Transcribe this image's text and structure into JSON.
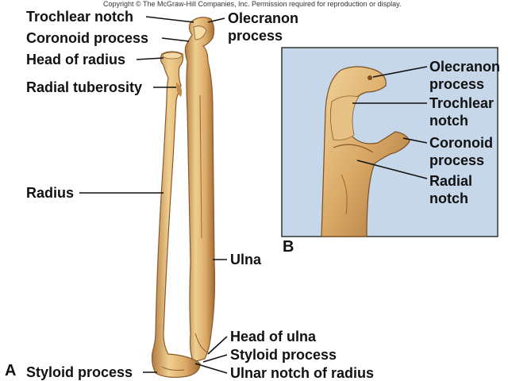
{
  "copyright": "Copyright © The McGraw-Hill Companies, Inc. Permission required for reproduction or display.",
  "panel_a": {
    "letter": "A",
    "labels": {
      "trochlear_notch": "Trochlear notch",
      "coronoid_process": "Coronoid process",
      "head_of_radius": "Head of radius",
      "radial_tuberosity": "Radial tuberosity",
      "radius": "Radius",
      "styloid_process_radius": "Styloid process",
      "olecranon_process_line1": "Olecranon",
      "olecranon_process_line2": "process",
      "ulna": "Ulna",
      "head_of_ulna": "Head of ulna",
      "styloid_process_ulna": "Styloid process",
      "ulnar_notch_of_radius": "Ulnar notch of radius"
    }
  },
  "panel_b": {
    "letter": "B",
    "labels": {
      "olecranon_line1": "Olecranon",
      "olecranon_line2": "process",
      "trochlear_line1": "Trochlear",
      "trochlear_line2": "notch",
      "coronoid_line1": "Coronoid",
      "coronoid_line2": "process",
      "radial_line1": "Radial",
      "radial_line2": "notch"
    }
  },
  "colors": {
    "bone": "#d9a865",
    "bone_light": "#efcf92",
    "bone_dark": "#a9733a",
    "panel_background": "#c6d7ea"
  }
}
